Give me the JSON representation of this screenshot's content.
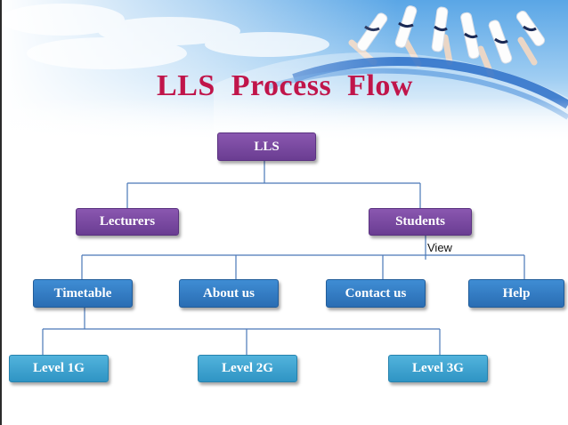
{
  "title": "LLS  Process  Flow",
  "nodes": {
    "root": "LLS",
    "lecturers": "Lecturers",
    "students": "Students",
    "timetable": "Timetable",
    "about_us": "About us",
    "contact_us": "Contact us",
    "help": "Help",
    "level_1g": "Level 1G",
    "level_2g": "Level 2G",
    "level_3g": "Level 3G"
  },
  "edge_label": "View",
  "colors": {
    "title": "#c0154a",
    "root_level": "#7a4aa3",
    "middle_level": "#3580c8",
    "bottom_level": "#40a5d2",
    "connector": "#4a78b8"
  }
}
